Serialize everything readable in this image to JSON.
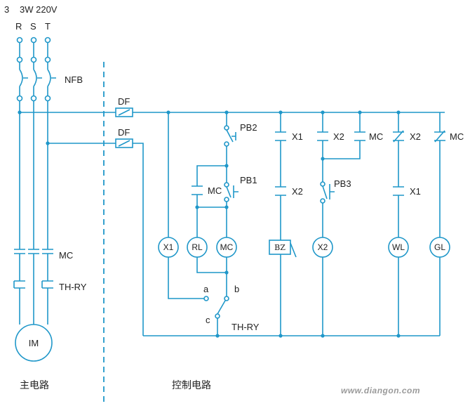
{
  "header": {
    "phase": "3",
    "power": "3W 220V"
  },
  "phases": [
    "R",
    "S",
    "T"
  ],
  "labels": {
    "nfb": "NFB",
    "mc_main": "MC",
    "thry_main": "TH-RY",
    "df_top": "DF",
    "df_bottom": "DF",
    "pb2": "PB2",
    "pb1": "PB1",
    "mc_hold": "MC",
    "x1_top": "X1",
    "x2_top": "X2",
    "mc_top": "MC",
    "x2_nc": "X2",
    "mc_nc": "MC",
    "x2_mid": "X2",
    "pb3": "PB3",
    "x1_mid": "X1",
    "th_a": "a",
    "th_b": "b",
    "th_c": "c",
    "thry_ctrl": "TH-RY",
    "main_circuit": "主电路",
    "control_circuit": "控制电路"
  },
  "coils": {
    "x1": "X1",
    "rl": "RL",
    "mc": "MC",
    "bz": "BZ",
    "x2": "X2",
    "wl": "WL",
    "gl": "GL"
  },
  "motor": "IM",
  "watermark": "www.diangon.com",
  "colors": {
    "wire": "#1f97c9",
    "text": "#222222"
  }
}
